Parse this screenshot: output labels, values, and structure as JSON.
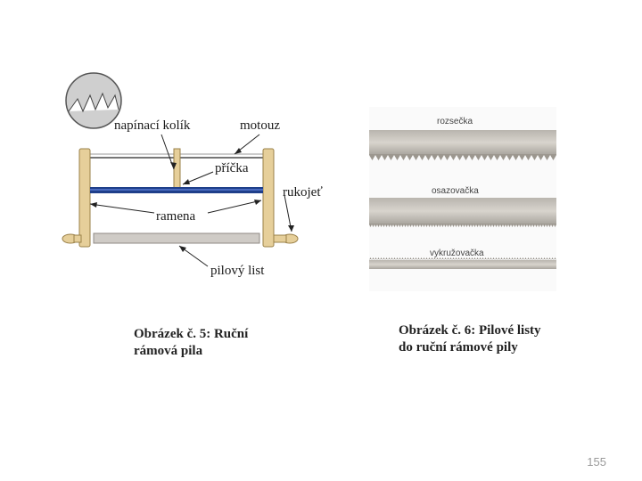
{
  "figure5": {
    "labels": {
      "tension_pin": "napínací kolík",
      "cord": "motouz",
      "crossbar": "příčka",
      "handle": "rukojeť",
      "arms": "ramena",
      "blade": "pilový list"
    },
    "caption": "Obrázek č. 5: Ruční rámová pila"
  },
  "figure6": {
    "blades": [
      "rozsečka",
      "osazovačka",
      "vykružovačka"
    ],
    "caption": "Obrázek  č. 6: Pilové listy do ruční rámové pily"
  },
  "page_number": "155",
  "colors": {
    "wood": "#e6cf9a",
    "crossbar": "#1f3f8a",
    "blade_metal": "#cfcbc6",
    "text": "#1a1a1a",
    "page_number": "#9a9a9a"
  }
}
